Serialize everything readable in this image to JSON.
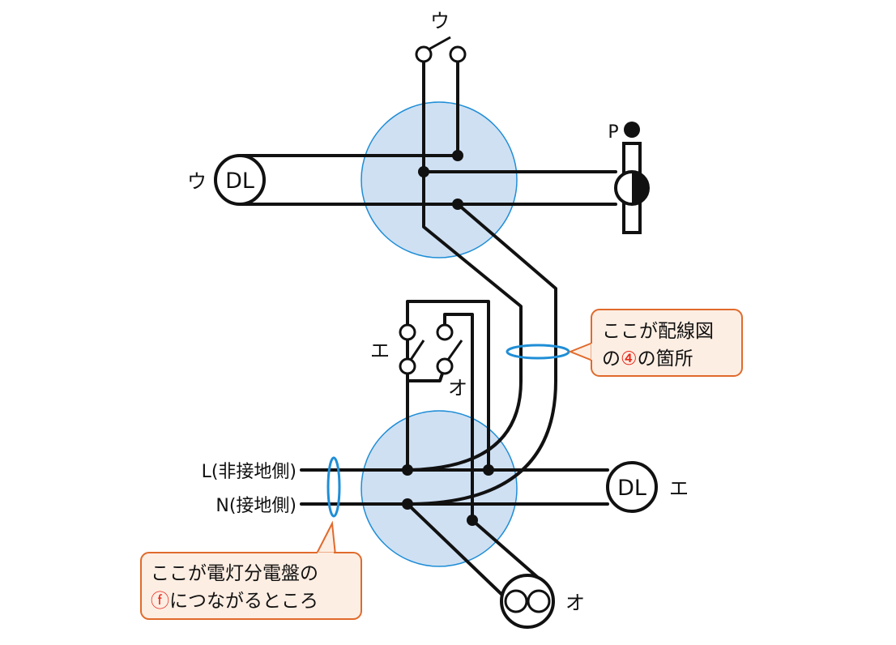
{
  "colors": {
    "line": "#111111",
    "box_fill": "#cfe0f3",
    "box_stroke": "#1f8ed6",
    "callout_fill": "#fdeee3",
    "callout_stroke": "#e06a2c",
    "ring_stroke": "#1f8ed6",
    "highlight": "#e8261a"
  },
  "labels": {
    "switch_u": "ウ",
    "dl_u": "ウ",
    "dl_u_text": "DL",
    "pilot_p": "P",
    "switch_e": "エ",
    "switch_o": "オ",
    "source_l": "L(非接地側)",
    "source_n": "N(接地側)",
    "dl_e_text": "DL",
    "dl_e": "エ",
    "light_o": "オ"
  },
  "callouts": {
    "wire4": {
      "line1": "ここが配線図",
      "line2_prefix": "の",
      "line2_mark": "④",
      "line2_suffix": "の箇所"
    },
    "panel_f": {
      "line1": "ここが電灯分電盤の",
      "line2_mark": "ⓕ",
      "line2_suffix": "につながるところ"
    }
  }
}
